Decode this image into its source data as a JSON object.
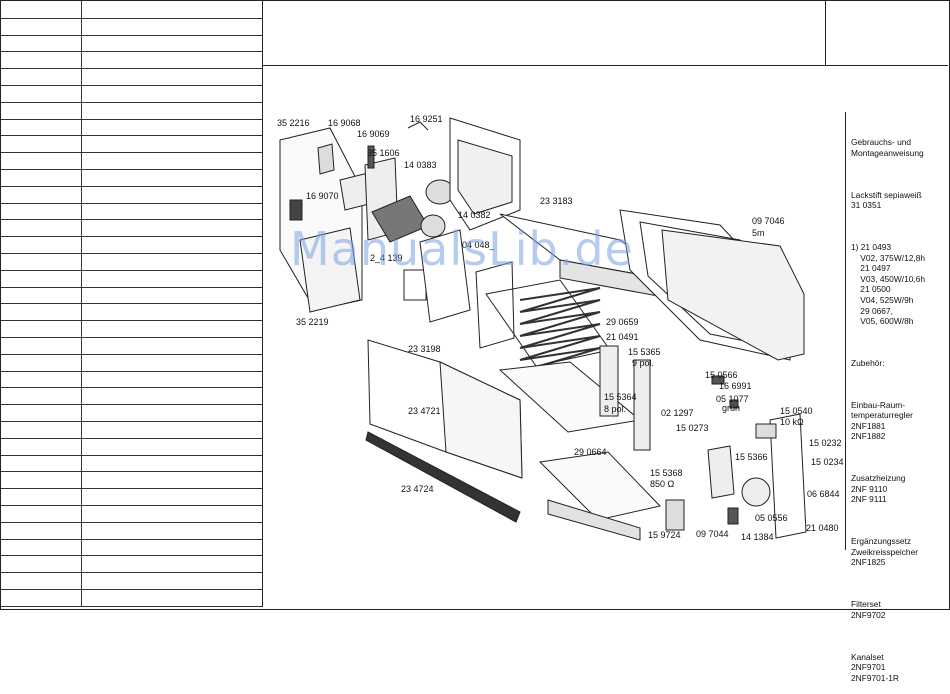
{
  "watermark": "ManualsLib.de",
  "notes": [
    "Gebrauchs- und\nMontageanweisung",
    "Lackstift sepiaweiß\n31 0351",
    "1) 21 0493\n    V02, 375W/12,8h\n    21 0497\n    V03, 450W/10,6h\n    21 0500\n    V04, 525W/9h\n    29 0667,\n    V05, 600W/8h",
    "Zubehör:",
    "Einbau-Raum-\ntemperaturregler\n2NF1881\n2NF1882",
    "Zusatzheizung\n2NF 9110\n2NF 9111",
    "Ergänzungssetz\nZweikreisspeicher\n2NF1825",
    "Filterset\n2NF9702",
    "Kanalset\n2NF9701\n2NF9701-1R"
  ],
  "part_labels": [
    "35 2216",
    "16 9068",
    "16 9069",
    "16 9251",
    "35 1606",
    "14 0383",
    "16 9070",
    "14 0382",
    "2_4 139",
    "23 3183",
    "04 048_",
    "09 7046",
    "5m",
    "35 2219",
    "29 0659",
    "21 0491",
    "15 5365",
    "9 pol.",
    "15 0566",
    "16 6991",
    "23 3198",
    "15 5364",
    "8 pol.",
    "05 1077",
    "grün",
    "02 1297",
    "15 0540",
    "10 kΩ",
    "23 4721",
    "15 0273",
    "15 0232",
    "29 0664",
    "15 5366",
    "15 0234",
    "15 5368",
    "850 Ω",
    "06 6844",
    "23 4724",
    "05 0556",
    "21 0480",
    "15 9724",
    "09 7044",
    "14 1384"
  ]
}
